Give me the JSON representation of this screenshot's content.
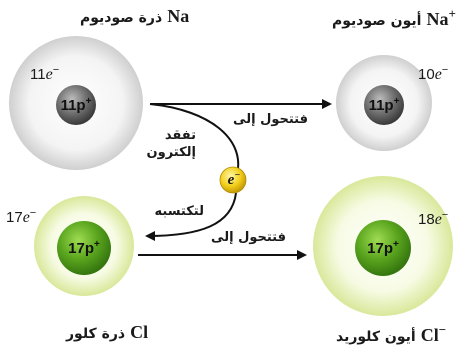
{
  "colors": {
    "electron_cloud": "#d9d9d9",
    "sodium_nucleus": "#5a5a5a",
    "chlorine_cloud": "#e6f0b4",
    "chlorine_nucleus": "#5aa51e",
    "electron": "#f2cf1a",
    "arrow": "#111111"
  },
  "sodium_atom": {
    "label_ar": "ذرة صوديوم",
    "symbol": "Na",
    "electrons": "11",
    "nucleus": "11p"
  },
  "sodium_ion": {
    "label_ar": "أيون صوديوم",
    "symbol": "Na",
    "charge": "+",
    "electrons": "10",
    "nucleus": "11p"
  },
  "chlorine_atom": {
    "label_ar": "ذرة كلور",
    "symbol": "Cl",
    "electrons": "17",
    "nucleus": "17p"
  },
  "chloride_ion": {
    "label_ar": "أيون كلوريد",
    "symbol": "Cl",
    "charge": "−",
    "electrons": "18",
    "nucleus": "17p"
  },
  "electron": {
    "symbol": "e",
    "charge": "−"
  },
  "electron_unit": "e",
  "electron_unit_charge": "−",
  "proton_charge": "+",
  "arrows": {
    "top_label": "فتتحول إلى",
    "bottom_label": "فتتحول إلى",
    "lose_line1": "تفقد",
    "lose_line2": "إلكترون",
    "gain_label": "لتكتسبه"
  }
}
